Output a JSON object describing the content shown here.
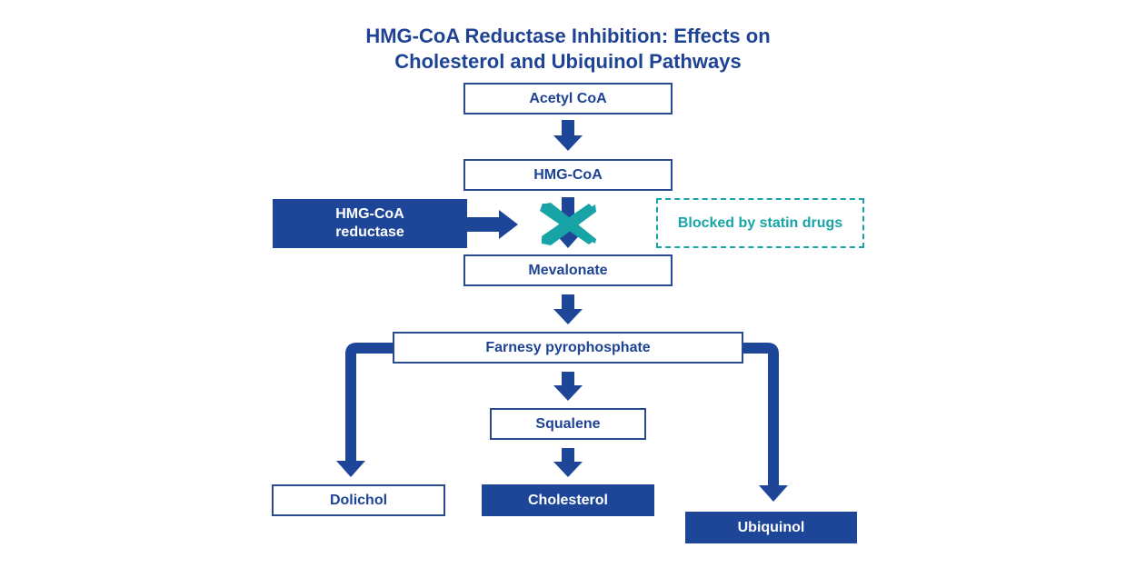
{
  "title": {
    "line1": "HMG-CoA Reductase Inhibition: Effects on",
    "line2": "Cholesterol and Ubiquinol Pathways"
  },
  "nodes": {
    "acetyl_coa": "Acetyl CoA",
    "hmg_coa": "HMG-CoA",
    "enzyme_line1": "HMG-CoA",
    "enzyme_line2": "reductase",
    "blocked_note": "Blocked by statin drugs",
    "mevalonate": "Mevalonate",
    "farnesyl": "Farnesy pyrophosphate",
    "squalene": "Squalene",
    "dolichol": "Dolichol",
    "cholesterol": "Cholesterol",
    "ubiquinol": "Ubiquinol"
  },
  "colors": {
    "primary": "#1e4698",
    "accent": "#18a4a7"
  }
}
